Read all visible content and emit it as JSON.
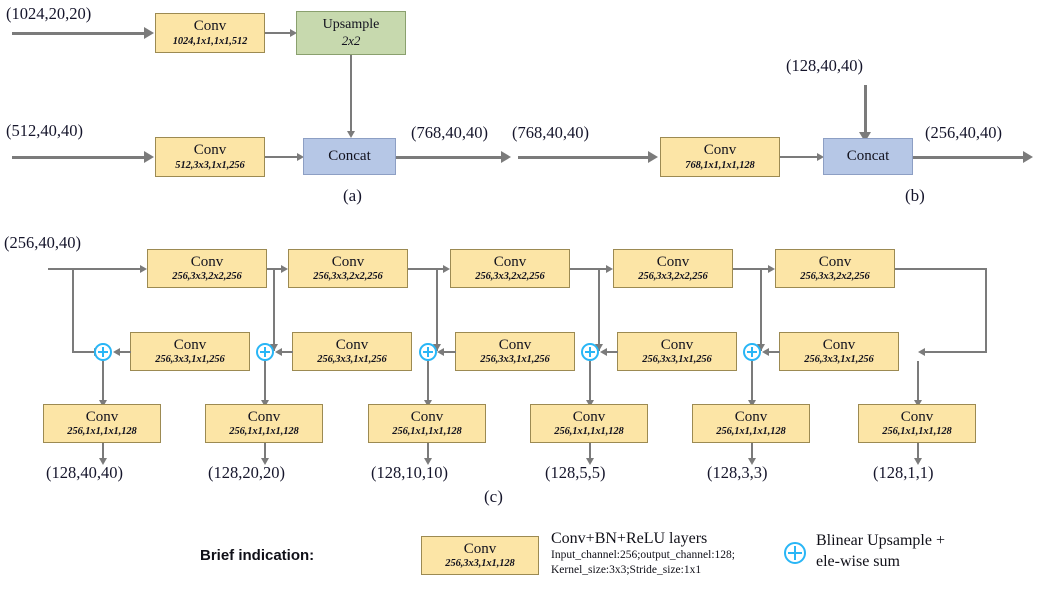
{
  "figure": {
    "panel_labels": {
      "a": "(a)",
      "b": "(b)",
      "c": "(c)"
    }
  },
  "panel_a": {
    "inputs": [
      {
        "shape": "(1024,20,20)"
      },
      {
        "shape": "(512,40,40)"
      }
    ],
    "output": {
      "shape": "(768,40,40)"
    },
    "blocks": [
      {
        "kind": "conv",
        "title": "Conv",
        "spec": "1024,1x1,1x1,512"
      },
      {
        "kind": "upsample",
        "title": "Upsample",
        "spec": "2x2"
      },
      {
        "kind": "conv",
        "title": "Conv",
        "spec": "512,3x3,1x1,256"
      },
      {
        "kind": "concat",
        "title": "Concat",
        "spec": ""
      }
    ]
  },
  "panel_b": {
    "inputs": [
      {
        "shape": "(768,40,40)"
      },
      {
        "shape": "(128,40,40)"
      }
    ],
    "output": {
      "shape": "(256,40,40)"
    },
    "blocks": [
      {
        "kind": "conv",
        "title": "Conv",
        "spec": "768,1x1,1x1,128"
      },
      {
        "kind": "concat",
        "title": "Concat",
        "spec": ""
      }
    ]
  },
  "panel_c": {
    "input": {
      "shape": "(256,40,40)"
    },
    "stride_convs": [
      {
        "title": "Conv",
        "spec": "256,3x3,2x2,256"
      },
      {
        "title": "Conv",
        "spec": "256,3x3,2x2,256"
      },
      {
        "title": "Conv",
        "spec": "256,3x3,2x2,256"
      },
      {
        "title": "Conv",
        "spec": "256,3x3,2x2,256"
      },
      {
        "title": "Conv",
        "spec": "256,3x3,2x2,256"
      }
    ],
    "lateral_convs": [
      {
        "title": "Conv",
        "spec": "256,3x3,1x1,256"
      },
      {
        "title": "Conv",
        "spec": "256,3x3,1x1,256"
      },
      {
        "title": "Conv",
        "spec": "256,3x3,1x1,256"
      },
      {
        "title": "Conv",
        "spec": "256,3x3,1x1,256"
      },
      {
        "title": "Conv",
        "spec": "256,3x3,1x1,256"
      }
    ],
    "head_convs": [
      {
        "title": "Conv",
        "spec": "256,1x1,1x1,128"
      },
      {
        "title": "Conv",
        "spec": "256,1x1,1x1,128"
      },
      {
        "title": "Conv",
        "spec": "256,1x1,1x1,128"
      },
      {
        "title": "Conv",
        "spec": "256,1x1,1x1,128"
      },
      {
        "title": "Conv",
        "spec": "256,1x1,1x1,128"
      },
      {
        "title": "Conv",
        "spec": "256,1x1,1x1,128"
      }
    ],
    "outputs": [
      {
        "shape": "(128,40,40)"
      },
      {
        "shape": "(128,20,20)"
      },
      {
        "shape": "(128,10,10)"
      },
      {
        "shape": "(128,5,5)"
      },
      {
        "shape": "(128,3,3)"
      },
      {
        "shape": "(128,1,1)"
      }
    ]
  },
  "legend": {
    "title": "Brief indication:",
    "conv_example": {
      "title": "Conv",
      "spec": "256,3x3,1x1,128"
    },
    "conv_heading": "Conv+BN+ReLU layers",
    "conv_line1": "Input_channel:256;output_channel:128;",
    "conv_line2": "Kernel_size:3x3;Stride_size:1x1",
    "sum_line1": "Blinear Upsample +",
    "sum_line2": "ele-wise sum"
  },
  "colors": {
    "conv_fill": "#fce5a6",
    "upsample_fill": "#c7d9ae",
    "concat_fill": "#b6c7e6",
    "plus_stroke": "#29b6f6",
    "arrow": "#7b7b7b"
  }
}
